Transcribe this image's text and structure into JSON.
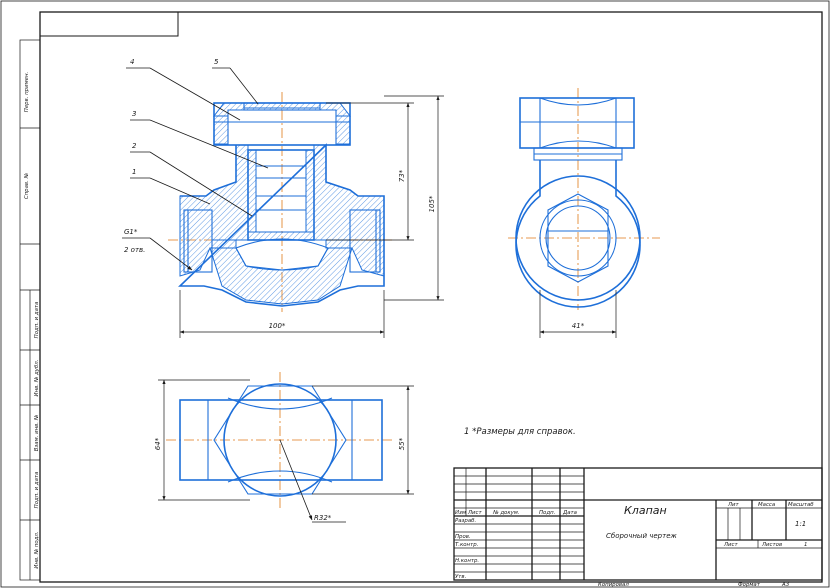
{
  "drawing": {
    "title": "Клапан",
    "subtitle": "Сборочный чертеж",
    "note": "1 *Размеры для справок."
  },
  "callouts": [
    "4",
    "5",
    "3",
    "2",
    "1"
  ],
  "thread": {
    "label": "G1*",
    "count": "2 отв."
  },
  "dimensions": {
    "height_73": "73*",
    "height_105": "105*",
    "width_100": "100*",
    "width_41": "41*",
    "height_64": "64*",
    "height_55": "55*",
    "radius_30": "R32*"
  },
  "side_strip": [
    "Перв. примен.",
    "Справ. №",
    "Подп. и дата",
    "Инв. № дубл.",
    "Взам. инв. №",
    "Подп. и дата",
    "Инв. № подл."
  ],
  "title_block": {
    "col_headers": [
      "Изм",
      "Лист",
      "№ докум.",
      "Подп.",
      "Дата"
    ],
    "row_labels": [
      "Разраб.",
      "Пров.",
      "Т.контр.",
      "",
      "Н.контр.",
      "Утв."
    ],
    "lit_label": "Лит",
    "mass_label": "Масса",
    "scale_label": "Масштаб",
    "scale_value": "1:1",
    "sheet_label": "Лист",
    "sheets_label": "Листов",
    "sheets_value": "1"
  },
  "footer": {
    "copied": "Копировал",
    "format": "Формат",
    "format_value": "A3"
  }
}
